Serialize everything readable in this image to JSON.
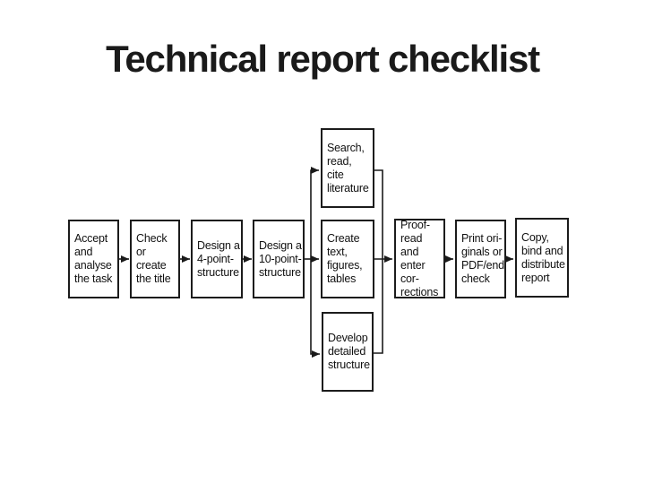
{
  "slide": {
    "title": "Technical report checklist",
    "background_color": "#ffffff",
    "text_color": "#1a1a1a",
    "line_color": "#1a1a1a"
  },
  "flowchart": {
    "steps": [
      {
        "id": "accept-task",
        "text": "Accept\nand\nanalyse\nthe task"
      },
      {
        "id": "check-title",
        "text": "Check\nor create\nthe title"
      },
      {
        "id": "design-4-point",
        "text": "Design a\n4-point-\nstructure"
      },
      {
        "id": "design-10-point",
        "text": "Design a\n10-point-\nstructure"
      },
      {
        "id": "create-text",
        "text": "Create\ntext,\nfigures,\ntables"
      },
      {
        "id": "proof-read",
        "text": "Proof-\nread and\nenter cor-\nrections"
      },
      {
        "id": "print-originals",
        "text": "Print ori-\nginals or\nPDF/end\ncheck"
      },
      {
        "id": "copy-distribute",
        "text": "Copy,\nbind and\ndistribute\nreport"
      }
    ],
    "branch_top": {
      "id": "search-literature",
      "text": "Search,\nread,\ncite\nliterature"
    },
    "branch_bottom": {
      "id": "develop-structure",
      "text": "Develop\ndetailed\nstructure"
    }
  }
}
